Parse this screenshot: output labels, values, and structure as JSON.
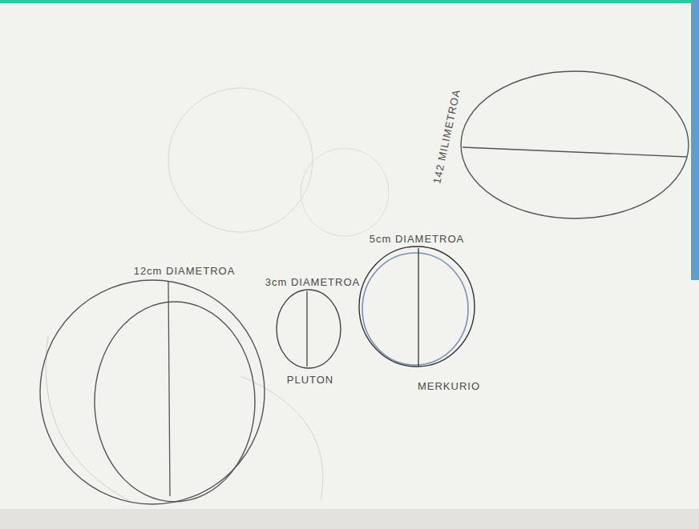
{
  "diagram": {
    "nodes": [
      {
        "text": [
          "142 MILIMETROA"
        ]
      },
      {
        "text": [
          "12cm DIAMETROA"
        ]
      },
      {
        "text": [
          "3cm DIAMETROA",
          "PLUTON"
        ]
      },
      {
        "text": [
          "5cm DIAMETROA",
          "MERKURIO"
        ]
      }
    ]
  }
}
